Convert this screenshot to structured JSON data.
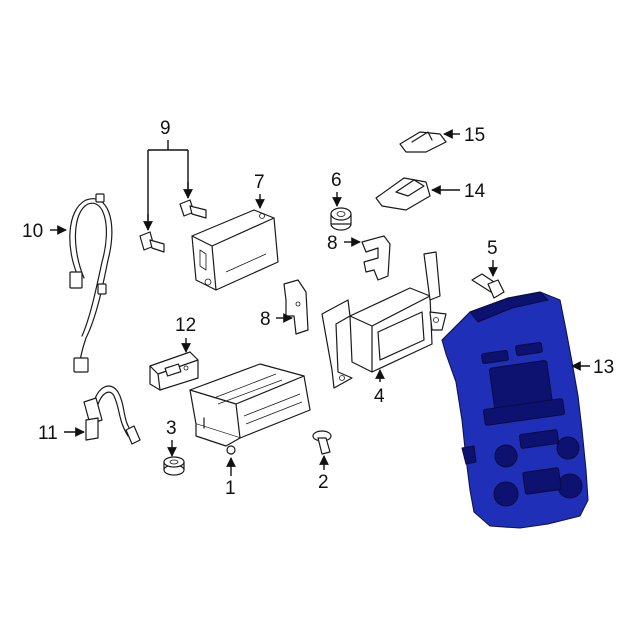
{
  "callouts": {
    "c1": "1",
    "c2": "2",
    "c3": "3",
    "c4": "4",
    "c5": "5",
    "c6": "6",
    "c7": "7",
    "c8a": "8",
    "c8b": "8",
    "c9": "9",
    "c10": "10",
    "c11": "11",
    "c12": "12",
    "c13": "13",
    "c14": "14",
    "c15": "15"
  },
  "colors": {
    "highlight_part": "#1f2fb8",
    "line": "#1a1a1a",
    "background": "#ffffff"
  }
}
